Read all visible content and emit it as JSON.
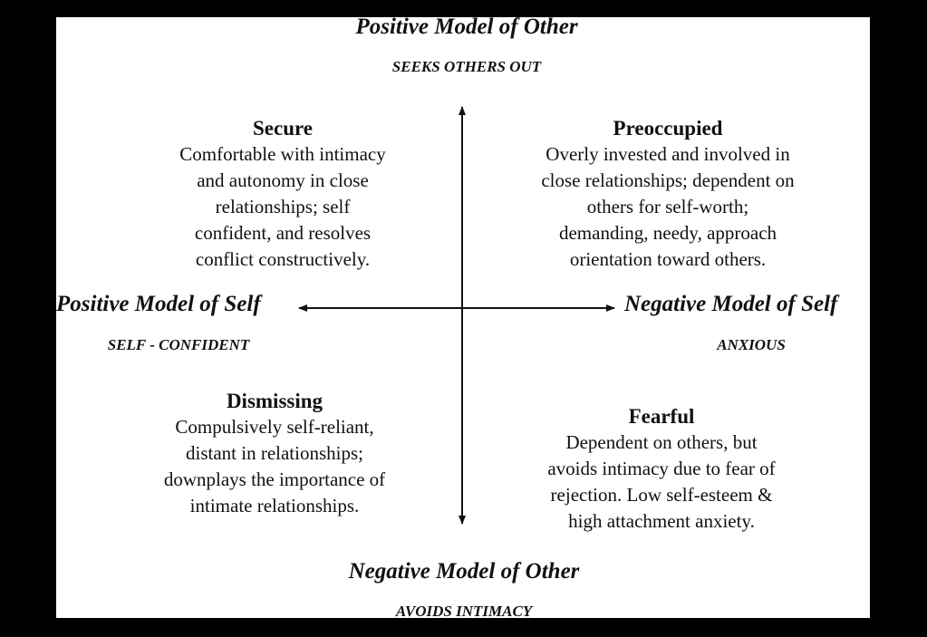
{
  "axes": {
    "top": {
      "label": "Positive Model of Other",
      "sub": "SEEKS OTHERS OUT"
    },
    "bottom": {
      "label": "Negative Model of Other",
      "sub": "AVOIDS INTIMACY"
    },
    "left": {
      "label": "Positive Model of Self",
      "sub": "SELF - CONFIDENT"
    },
    "right": {
      "label": "Negative Model of Self",
      "sub": "ANXIOUS"
    }
  },
  "quadrants": {
    "secure": {
      "title": "Secure",
      "lines": [
        "Comfortable with intimacy",
        "and autonomy in close",
        "relationships; self",
        "confident, and resolves",
        "conflict constructively."
      ]
    },
    "preoccupied": {
      "title": "Preoccupied",
      "lines": [
        "Overly invested and involved in",
        "close relationships; dependent on",
        "others for self-worth;",
        "demanding, needy, approach",
        "orientation toward others."
      ]
    },
    "dismissing": {
      "title": "Dismissing",
      "lines": [
        "Compulsively self-reliant,",
        "distant in relationships;",
        "downplays the importance of",
        "intimate relationships."
      ]
    },
    "fearful": {
      "title": "Fearful",
      "lines": [
        "Dependent on others, but",
        "avoids intimacy due to fear of",
        "rejection. Low self-esteem &",
        "high attachment anxiety."
      ]
    }
  }
}
